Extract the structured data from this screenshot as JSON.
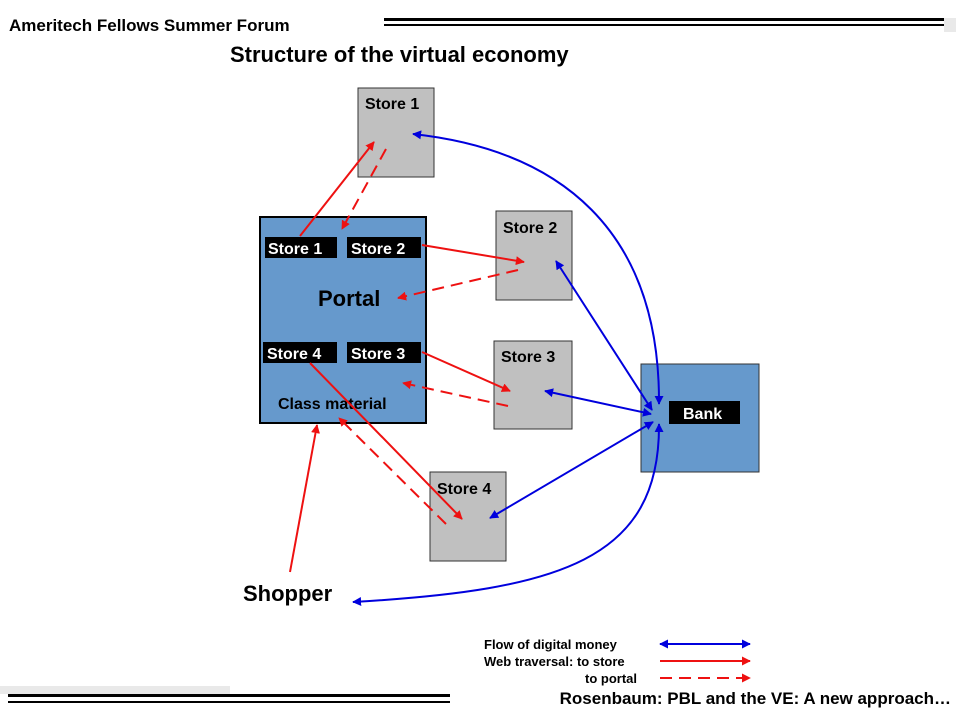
{
  "header": {
    "title": "Ameritech Fellows Summer Forum"
  },
  "footer": {
    "title": "Rosenbaum: PBL and the VE: A new approach…"
  },
  "diagram": {
    "title": "Structure of the virtual economy",
    "portal": {
      "label": "Portal",
      "class_material": "Class material",
      "tags": [
        "Store 1",
        "Store 2",
        "Store 4",
        "Store 3"
      ]
    },
    "stores": [
      "Store 1",
      "Store 2",
      "Store 3",
      "Store 4"
    ],
    "bank": "Bank",
    "shopper": "Shopper",
    "legend": {
      "money": "Flow of digital money",
      "to_store": "Web traversal: to store",
      "to_portal": "to portal"
    },
    "colors": {
      "box_gray": "#c0c0c0",
      "portal_blue": "#6699cc",
      "money_blue": "#0000dd",
      "traversal_red": "#ee1111"
    }
  }
}
